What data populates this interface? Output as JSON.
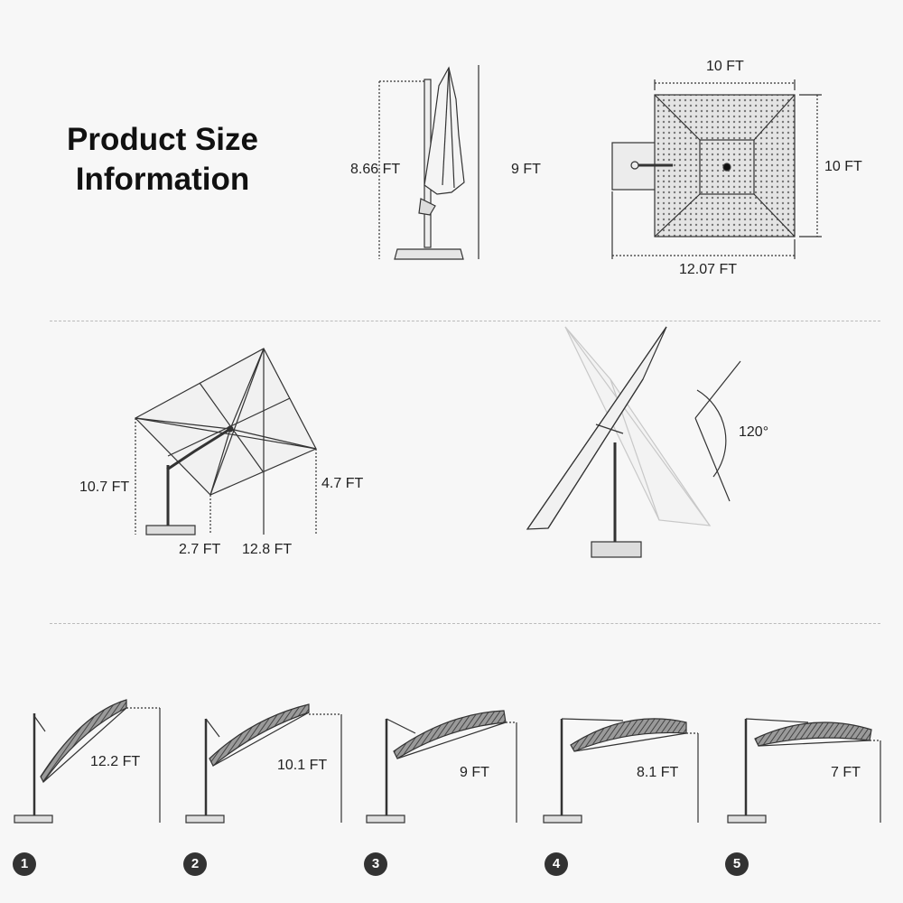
{
  "title": {
    "line1": "Product Size",
    "line2": "Information"
  },
  "closed_view": {
    "height_label": "8.66 FT",
    "total_height_label": "9 FT"
  },
  "top_view": {
    "width_label": "10 FT",
    "depth_label": "10 FT",
    "span_label": "12.07 FT"
  },
  "open_view": {
    "height_label": "10.7 FT",
    "base_offset_label": "2.7 FT",
    "reach_label": "12.8 FT",
    "edge_height_label": "4.7 FT"
  },
  "tilt_view": {
    "angle_label": "120°"
  },
  "positions": [
    {
      "number": "1",
      "height_label": "12.2 FT"
    },
    {
      "number": "2",
      "height_label": "10.1 FT"
    },
    {
      "number": "3",
      "height_label": "9 FT"
    },
    {
      "number": "4",
      "height_label": "8.1 FT"
    },
    {
      "number": "5",
      "height_label": "7 FT"
    }
  ],
  "colors": {
    "line": "#333333",
    "canopy_fill": "#d8d8d8",
    "badge": "#333333",
    "faded": "#c8c8c8"
  }
}
